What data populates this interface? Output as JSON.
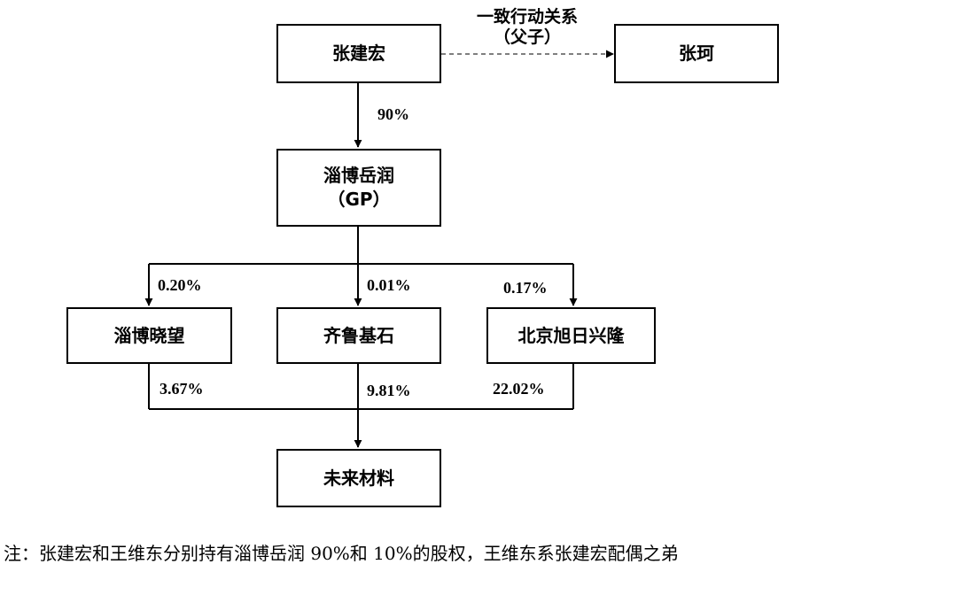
{
  "nodes": {
    "zhang_jianhong": "张建宏",
    "zhang_ke": "张珂",
    "zibo_yuerun": {
      "line1": "淄博岳润",
      "line2": "（GP）"
    },
    "zibo_xiaowang": "淄博晓望",
    "qilu_jishi": "齐鲁基石",
    "beijing_xuri": "北京旭日兴隆",
    "weilai_cailiao": "未来材料"
  },
  "relation": {
    "line1": "一致行动关系",
    "line2": "（父子）"
  },
  "edges": {
    "zjh_to_yuerun": "90%",
    "yuerun_to_xiaowang": "0.20%",
    "yuerun_to_qilu": "0.01%",
    "yuerun_to_beijing": "0.17%",
    "xiaowang_to_weilai": "3.67%",
    "qilu_to_weilai": "9.81%",
    "beijing_to_weilai": "22.02%"
  },
  "note": "注：张建宏和王维东分别持有淄博岳润 90%和 10%的股权，王维东系张建宏配偶之弟"
}
